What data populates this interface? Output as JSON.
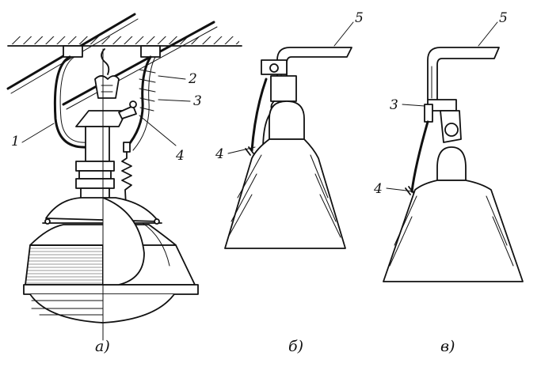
{
  "labels": {
    "a": {
      "l1": "1",
      "l2": "2",
      "l3": "3",
      "l4": "4"
    },
    "b": {
      "l4": "4",
      "l5": "5"
    },
    "c": {
      "l3": "3",
      "l4": "4",
      "l5": "5"
    }
  },
  "captions": {
    "a": "а)",
    "b": "б)",
    "c": "в)"
  }
}
